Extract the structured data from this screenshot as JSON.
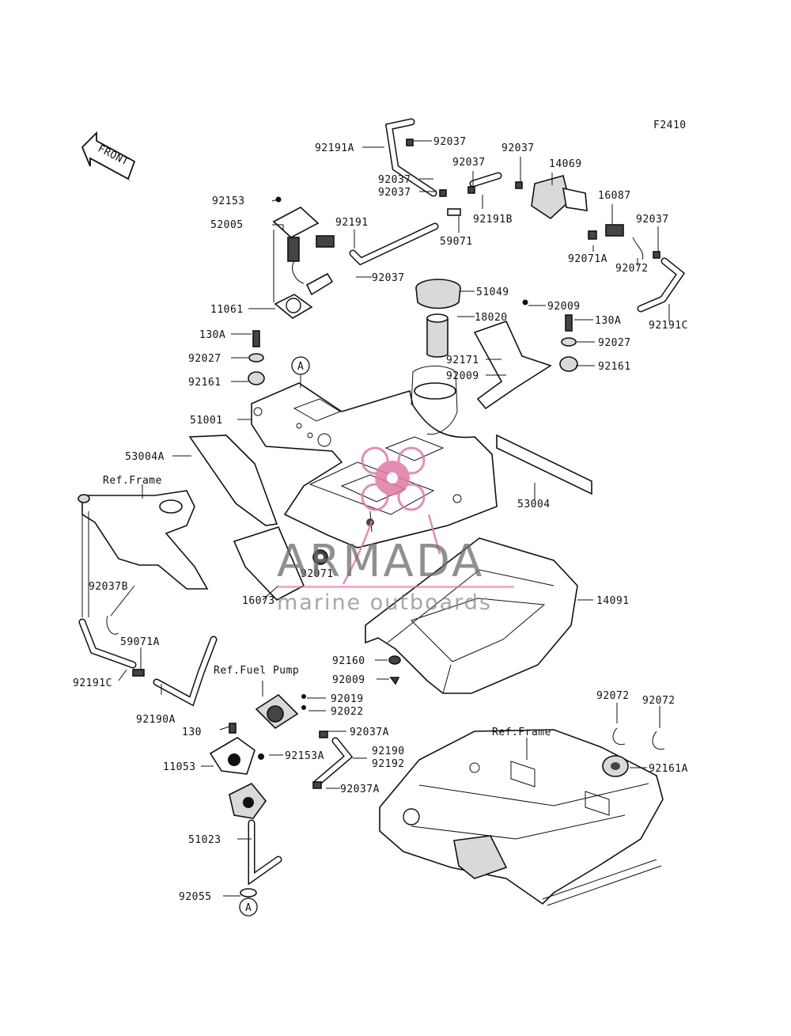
{
  "figure_code": "F2410",
  "front_arrow_label": "FRONT",
  "ref_labels": {
    "frame_top": "Ref.Frame",
    "fuel_pump": "Ref.Fuel Pump",
    "frame_bottom": "Ref.Frame"
  },
  "callout_a": "A",
  "watermark": {
    "brand": "ARMADA",
    "tagline": "marine outboards",
    "brand_color": "#e07aa6"
  },
  "parts": [
    "92191A",
    "92037",
    "92037",
    "92037",
    "14069",
    "16087",
    "92037",
    "92037",
    "92037",
    "92191B",
    "59071",
    "92191",
    "92153",
    "52005",
    "92037",
    "51049",
    "92071A",
    "92072",
    "92191C",
    "11061",
    "92009",
    "18020",
    "130A",
    "92027",
    "130A",
    "92027",
    "92171",
    "92161",
    "92009",
    "92161",
    "51001",
    "53004A",
    "53004",
    "92071",
    "16073",
    "14091",
    "92037B",
    "59071A",
    "92191C",
    "92160",
    "92009",
    "92019",
    "92022",
    "92190A",
    "130",
    "92037A",
    "92072",
    "92072",
    "92153A",
    "92190",
    "92192",
    "11053",
    "92161A",
    "92037A",
    "51023",
    "92055"
  ]
}
